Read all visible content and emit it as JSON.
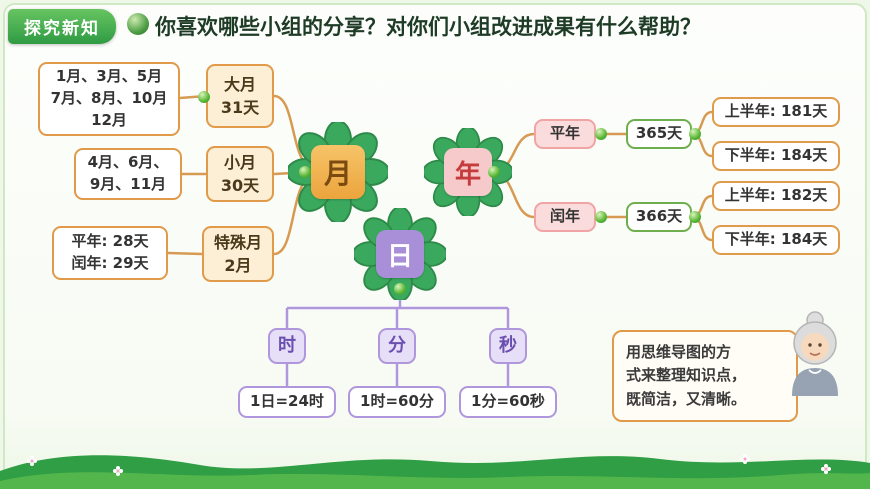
{
  "header": {
    "badge": "探究新知",
    "question": "你喜欢哪些小组的分享？对你们小组改进成果有什么帮助？"
  },
  "mindmap": {
    "month": {
      "label": "月",
      "big": {
        "name": "大月",
        "days": "31天",
        "months": [
          "1月、3月、5月",
          "7月、8月、10月",
          "12月"
        ]
      },
      "small": {
        "name": "小月",
        "days": "30天",
        "months": [
          "4月、6月、",
          "9月、11月"
        ]
      },
      "special": {
        "name": "特殊月",
        "days": "2月",
        "months": [
          "平年: 28天",
          "闰年: 29天"
        ]
      }
    },
    "year": {
      "label": "年",
      "common": {
        "name": "平年",
        "days": "365天",
        "first_half": "上半年: 181天",
        "second_half": "下半年: 184天"
      },
      "leap": {
        "name": "闰年",
        "days": "366天",
        "first_half": "上半年: 182天",
        "second_half": "下半年: 184天"
      }
    },
    "day": {
      "label": "日",
      "hour": {
        "name": "时",
        "formula": "1日=24时"
      },
      "minute": {
        "name": "分",
        "formula": "1时=60分"
      },
      "second": {
        "name": "秒",
        "formula": "1分=60秒"
      }
    }
  },
  "speech": {
    "line1": "用思维导图的方",
    "line2": "式来整理知识点，",
    "line3": "既简洁，又清晰。"
  },
  "colors": {
    "badge_green": "#2f9b44",
    "branch_orange": "#e09a4a",
    "year_pink": "#f6caca",
    "day_purple": "#a98fd8",
    "line_purple": "#b097dd",
    "grass_green": "#3fa84c"
  }
}
